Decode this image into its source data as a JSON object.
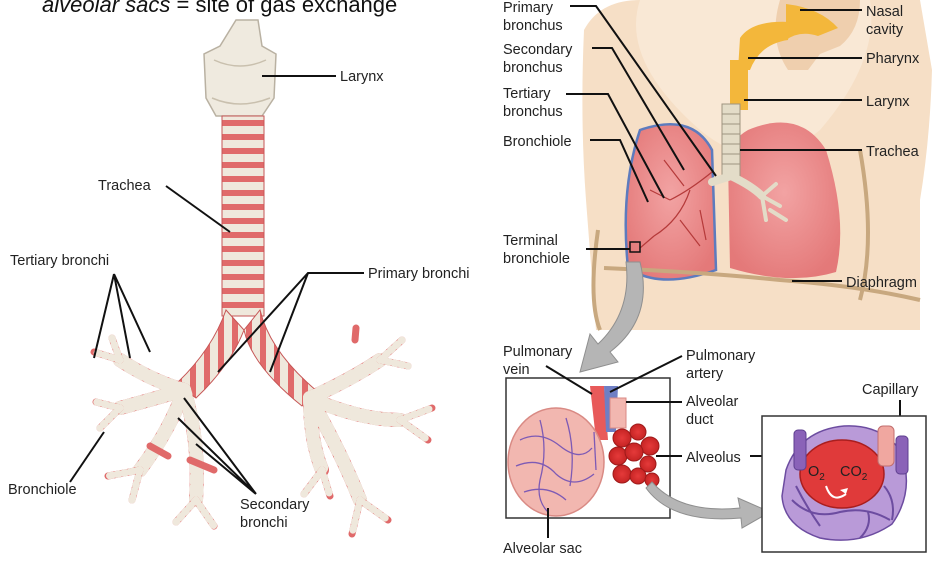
{
  "title": {
    "italic_part": "alveolar sacs",
    "rest": " = site of gas exchange"
  },
  "left": {
    "larynx": "Larynx",
    "trachea": "Trachea",
    "tertiary_bronchi": "Tertiary bronchi",
    "primary_bronchi": "Primary bronchi",
    "bronchiole": "Bronchiole",
    "secondary_bronchi_1": "Secondary",
    "secondary_bronchi_2": "bronchi"
  },
  "right": {
    "primary_bronchus_1": "Primary",
    "primary_bronchus_2": "bronchus",
    "secondary_bronchus_1": "Secondary",
    "secondary_bronchus_2": "bronchus",
    "tertiary_bronchus_1": "Tertiary",
    "tertiary_bronchus_2": "bronchus",
    "bronchiole": "Bronchiole",
    "terminal_bronchiole_1": "Terminal",
    "terminal_bronchiole_2": "bronchiole",
    "nasal_cavity_1": "Nasal",
    "nasal_cavity_2": "cavity",
    "pharynx": "Pharynx",
    "larynx": "Larynx",
    "trachea": "Trachea",
    "diaphragm": "Diaphragm"
  },
  "bottom": {
    "pulmonary_vein_1": "Pulmonary",
    "pulmonary_vein_2": "vein",
    "pulmonary_artery_1": "Pulmonary",
    "pulmonary_artery_2": "artery",
    "alveolar_duct_1": "Alveolar",
    "alveolar_duct_2": "duct",
    "alveolus": "Alveolus",
    "alveolar_sac": "Alveolar sac",
    "capillary": "Capillary",
    "o2": "O",
    "o2_sub": "2",
    "co2": "CO",
    "co2_sub": "2"
  },
  "colors": {
    "cartilage": "#efeadf",
    "airway_pink": "#e06a6a",
    "lung": "#e88c8c",
    "skin": "#f6dfc6",
    "nasal_yellow": "#f3b73b",
    "vein_purple": "#8a62b8",
    "arrow_gray": "#b5b5b5"
  }
}
